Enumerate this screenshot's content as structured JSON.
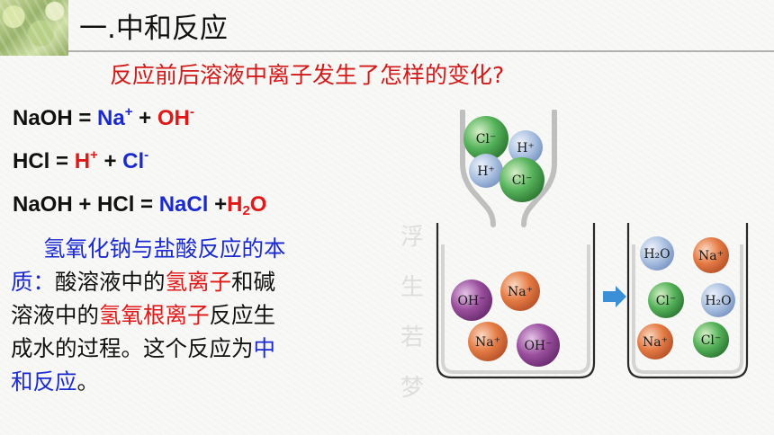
{
  "header": {
    "title": "一.中和反应"
  },
  "question": "反应前后溶液中离子发生了怎样的变化?",
  "equations": {
    "eq1": {
      "lhs": "NaOH = ",
      "cation": "Na",
      "cation_charge": "+",
      "plus": " + ",
      "anion": "OH",
      "anion_charge": "-"
    },
    "eq2": {
      "lhs": "HCl = ",
      "cation": "H",
      "cation_charge": "+",
      "plus": " + ",
      "anion": "Cl",
      "anion_charge": "-"
    },
    "eq3": {
      "lhs": "NaOH + HCl = ",
      "salt": "NaCl",
      "plus": " +",
      "water_h": "H",
      "water_sub": "2",
      "water_o": "O"
    }
  },
  "paragraph": {
    "seg1": "氢氧化钠与盐酸反应的本",
    "seg2": "质：",
    "seg3": "酸溶液中的",
    "seg4": "氢离子",
    "seg5": "和碱",
    "seg6": "溶液中的",
    "seg7": "氢氧根离子",
    "seg8": "反应生",
    "seg9": "成水的过程。这个反应为",
    "seg10": "中",
    "seg11": "和反应",
    "seg12": "。"
  },
  "watermark": [
    "浮",
    "生",
    "若",
    "梦"
  ],
  "diagram": {
    "funnel_ions": [
      {
        "label": "Cl⁻",
        "kind": "cl"
      },
      {
        "label": "H⁺",
        "kind": "h"
      },
      {
        "label": "H⁺",
        "kind": "h"
      },
      {
        "label": "Cl⁻",
        "kind": "cl"
      }
    ],
    "beaker1_ions": [
      {
        "label": "OH⁻",
        "kind": "oh"
      },
      {
        "label": "Na⁺",
        "kind": "na"
      },
      {
        "label": "Na⁺",
        "kind": "na"
      },
      {
        "label": "OH⁻",
        "kind": "oh"
      }
    ],
    "beaker2_ions": [
      {
        "label": "H₂O",
        "kind": "h2o"
      },
      {
        "label": "Na⁺",
        "kind": "na"
      },
      {
        "label": "Cl⁻",
        "kind": "cl"
      },
      {
        "label": "H₂O",
        "kind": "h2o"
      },
      {
        "label": "Na⁺",
        "kind": "na"
      },
      {
        "label": "Cl⁻",
        "kind": "cl"
      }
    ],
    "colors": {
      "cl": "#55b35a",
      "h": "#a8bfe0",
      "oh": "#9b4f9e",
      "na": "#e57b45",
      "h2o": "#a8bfe0",
      "arrow": "#3b8fd6"
    }
  }
}
